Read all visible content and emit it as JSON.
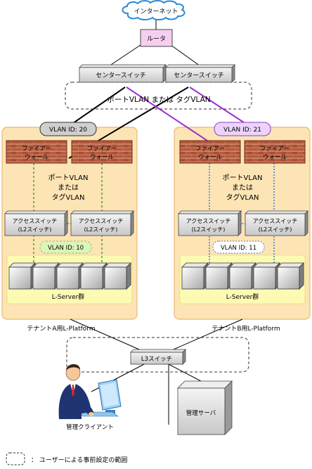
{
  "internet": "インターネット",
  "router": "ルータ",
  "center_switch_left": "センタースイッチ",
  "center_switch_right": "センタースイッチ",
  "center_vlan": "ポートVLAN または タグVLAN",
  "tenant_a": {
    "vlan_id_top": "VLAN ID: 20",
    "firewall_line1": "ファイアー",
    "firewall_line2": "ウォール",
    "vlan_mode_line1": "ポートVLAN",
    "vlan_mode_line2": "または",
    "vlan_mode_line3": "タグVLAN",
    "access_switch_line1": "アクセススイッチ",
    "access_switch_line2": "(L2スイッチ)",
    "vlan_id_bottom": "VLAN ID: 10",
    "server_group": "L-Server群",
    "platform_label": "テナントA用L-Platform"
  },
  "tenant_b": {
    "vlan_id_top": "VLAN ID: 21",
    "firewall_line1": "ファイアー",
    "firewall_line2": "ウォール",
    "vlan_mode_line1": "ポートVLAN",
    "vlan_mode_line2": "または",
    "vlan_mode_line3": "タグVLAN",
    "access_switch_line1": "アクセススイッチ",
    "access_switch_line2": "(L2スイッチ)",
    "vlan_id_bottom": "VLAN ID: 11",
    "server_group": "L-Server群",
    "platform_label": "テナントB用L-Platform"
  },
  "l3_switch": "L3スイッチ",
  "admin_server": "管理サーバ",
  "admin_client": "管理クライアント",
  "legend_text": "： ユーザーによる事前設定の範囲"
}
